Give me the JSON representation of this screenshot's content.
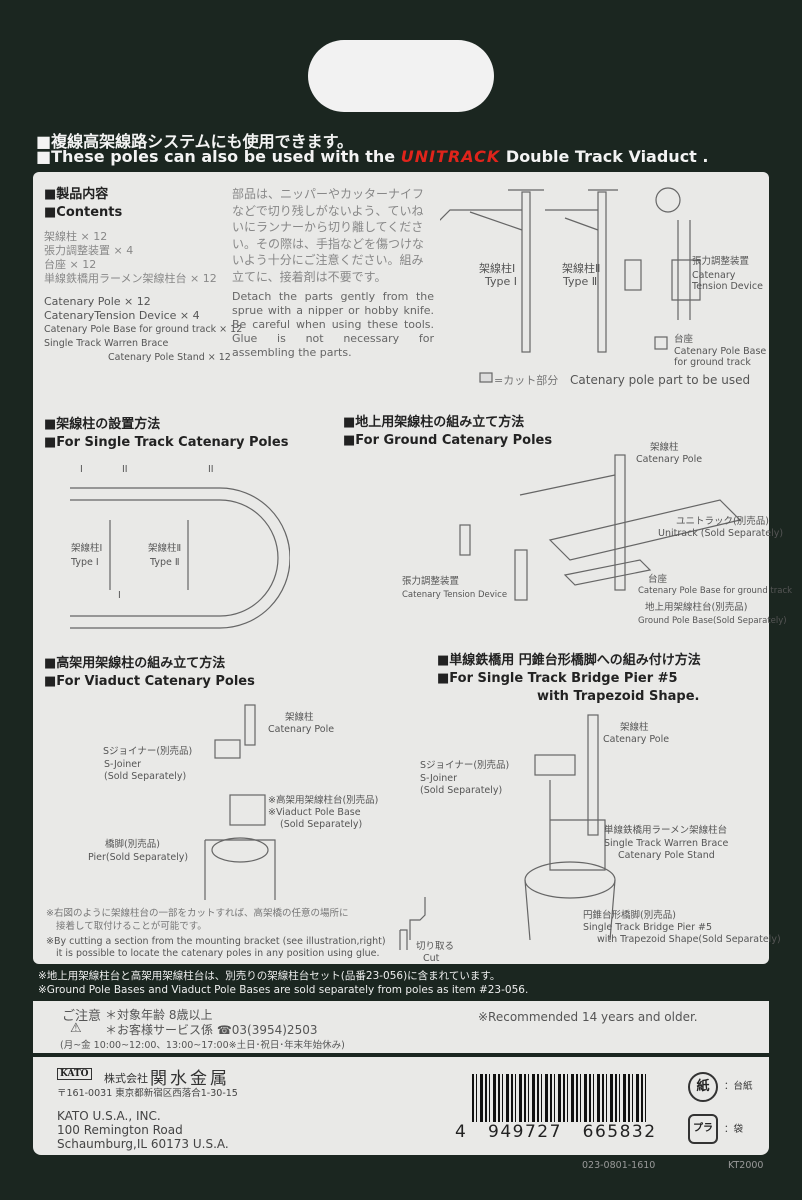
{
  "header": {
    "line_jp": "■複線高架線路システムにも使用できます。",
    "line_en_pre": "■These poles can also be used with the",
    "brand": "UNITRACK",
    "line_en_post": "Double Track Viaduct ."
  },
  "contents": {
    "title_jp": "■製品内容",
    "title_en": "■Contents",
    "items_jp": [
      "架線柱 × 12",
      "張力調整装置 × 4",
      "台座 × 12",
      "単線鉄橋用ラーメン架線柱台 × 12"
    ],
    "items_en": [
      "Catenary Pole × 12",
      "CatenaryTension Device × 4",
      "Catenary Pole Base for ground track × 12",
      "Single Track Warren Brace",
      "Catenary Pole Stand × 12"
    ]
  },
  "instructions": {
    "jp": "部品は、ニッパーやカッターナイフなどで切り残しがないよう、ていねいにランナーから切り離してください。その際は、手指などを傷つけないよう十分にご注意ください。組み立てに、接着剤は不要です。",
    "en": "Detach the parts gently from the sprue with a nipper or hobby knife. Be careful when using these tools. Glue is not necessary for assembling the parts."
  },
  "parts_diagram": {
    "type1_jp": "架線柱Ⅰ",
    "type1_en": "Type Ⅰ",
    "type2_jp": "架線柱Ⅱ",
    "type2_en": "Type Ⅱ",
    "tension_jp": "張力調整装置",
    "tension_en1": "Catenary",
    "tension_en2": "Tension Device",
    "base_jp": "台座",
    "base_en1": "Catenary Pole Base",
    "base_en2": "for ground track",
    "cut_jp": "=カット部分",
    "cut_en": "Catenary pole part to be used"
  },
  "single_track": {
    "title_jp": "■架線柱の設置方法",
    "title_en": "■For Single Track Catenary Poles",
    "label1_jp": "架線柱Ⅰ",
    "label1_en": "Type Ⅰ",
    "label2_jp": "架線柱Ⅱ",
    "label2_en": "Type Ⅱ",
    "mark1": "I",
    "mark2": "II"
  },
  "ground": {
    "title_jp": "■地上用架線柱の組み立て方法",
    "title_en": "■For Ground Catenary Poles",
    "pole_jp": "架線柱",
    "pole_en": "Catenary Pole",
    "unitrack_jp": "ユニトラック(別売品)",
    "unitrack_en": "Unitrack (Sold Separately)",
    "tension_jp": "張力調整装置",
    "tension_en": "Catenary Tension Device",
    "base_jp": "台座",
    "base_en": "Catenary Pole Base for ground track",
    "gbase_jp": "地上用架線柱台(別売品)",
    "gbase_en": "Ground Pole Base(Sold Separately)"
  },
  "viaduct": {
    "title_jp": "■高架用架線柱の組み立て方法",
    "title_en": "■For Viaduct Catenary Poles",
    "pole_jp": "架線柱",
    "pole_en": "Catenary Pole",
    "joiner_jp": "Sジョイナー(別売品)",
    "joiner_en1": "S-Joiner",
    "joiner_en2": "(Sold Separately)",
    "vbase_jp": "※高架用架線柱台(別売品)",
    "vbase_en1": "※Viaduct Pole Base",
    "vbase_en2": "(Sold Separately)",
    "pier_jp": "橋脚(別売品)",
    "pier_en": "Pier(Sold Separately)"
  },
  "bridge": {
    "title_jp": "■単線鉄橋用 円錐台形橋脚への組み付け方法",
    "title_en1": "■For Single Track Bridge Pier #5",
    "title_en2": "with Trapezoid Shape.",
    "pole_jp": "架線柱",
    "pole_en": "Catenary Pole",
    "joiner_jp": "Sジョイナー(別売品)",
    "joiner_en1": "S-Joiner",
    "joiner_en2": "(Sold Separately)",
    "stand_jp": "単線鉄橋用ラーメン架線柱台",
    "stand_en1": "Single Track Warren Brace",
    "stand_en2": "Catenary Pole Stand",
    "pier_jp": "円錐台形橋脚(別売品)",
    "pier_en1": "Single Track Bridge Pier #5",
    "pier_en2": "with Trapezoid Shape(Sold Separately)"
  },
  "cut_note": {
    "jp1": "※右図のように架線柱台の一部をカットすれば、高架橋の任意の場所に",
    "jp2": "接着して取付けることが可能です。",
    "en1": "※By cutting a section from the mounting bracket  (see illustration,right)",
    "en2": "it is possible to locate the catenary poles in any   position using glue.",
    "cut_jp": "切り取る",
    "cut_en": "Cut"
  },
  "sold_note": {
    "jp": "※地上用架線柱台と高架用架線柱台は、別売りの架線柱台セット(品番23-056)に含まれています。",
    "en": "※Ground Pole Bases and Viaduct Pole Bases are sold separately from poles as item #23-056."
  },
  "caution": {
    "title": "ご注意",
    "age": "＊対象年齢  8歳以上",
    "service": "＊お客様サービス係 ☎03(3954)2503",
    "hours": "(月~金 10:00~12:00、13:00~17:00※土日･祝日･年末年始休み)",
    "age_en": "※Recommended 14 years and older."
  },
  "company": {
    "logo": "KATO",
    "name_jp_prefix": "株式会社",
    "name_jp": "関水金属",
    "address_jp": "〒161-0031 東京都新宿区西落合1-30-15",
    "us_name": "KATO U.S.A., INC.",
    "us_addr1": "100 Remington Road",
    "us_addr2": "Schaumburg,IL 60173 U.S.A."
  },
  "barcode": {
    "digits": "4   949727   665832"
  },
  "recycle": {
    "paper_icon": "紙",
    "paper_label": "：台紙",
    "plastic_icon": "プラ",
    "plastic_label": "：袋"
  },
  "footer": {
    "code": "023-0801-1610",
    "model": "KT2000"
  },
  "colors": {
    "background": "#1b2620",
    "panel": "#e9e9e7",
    "brand": "#e0241b"
  }
}
